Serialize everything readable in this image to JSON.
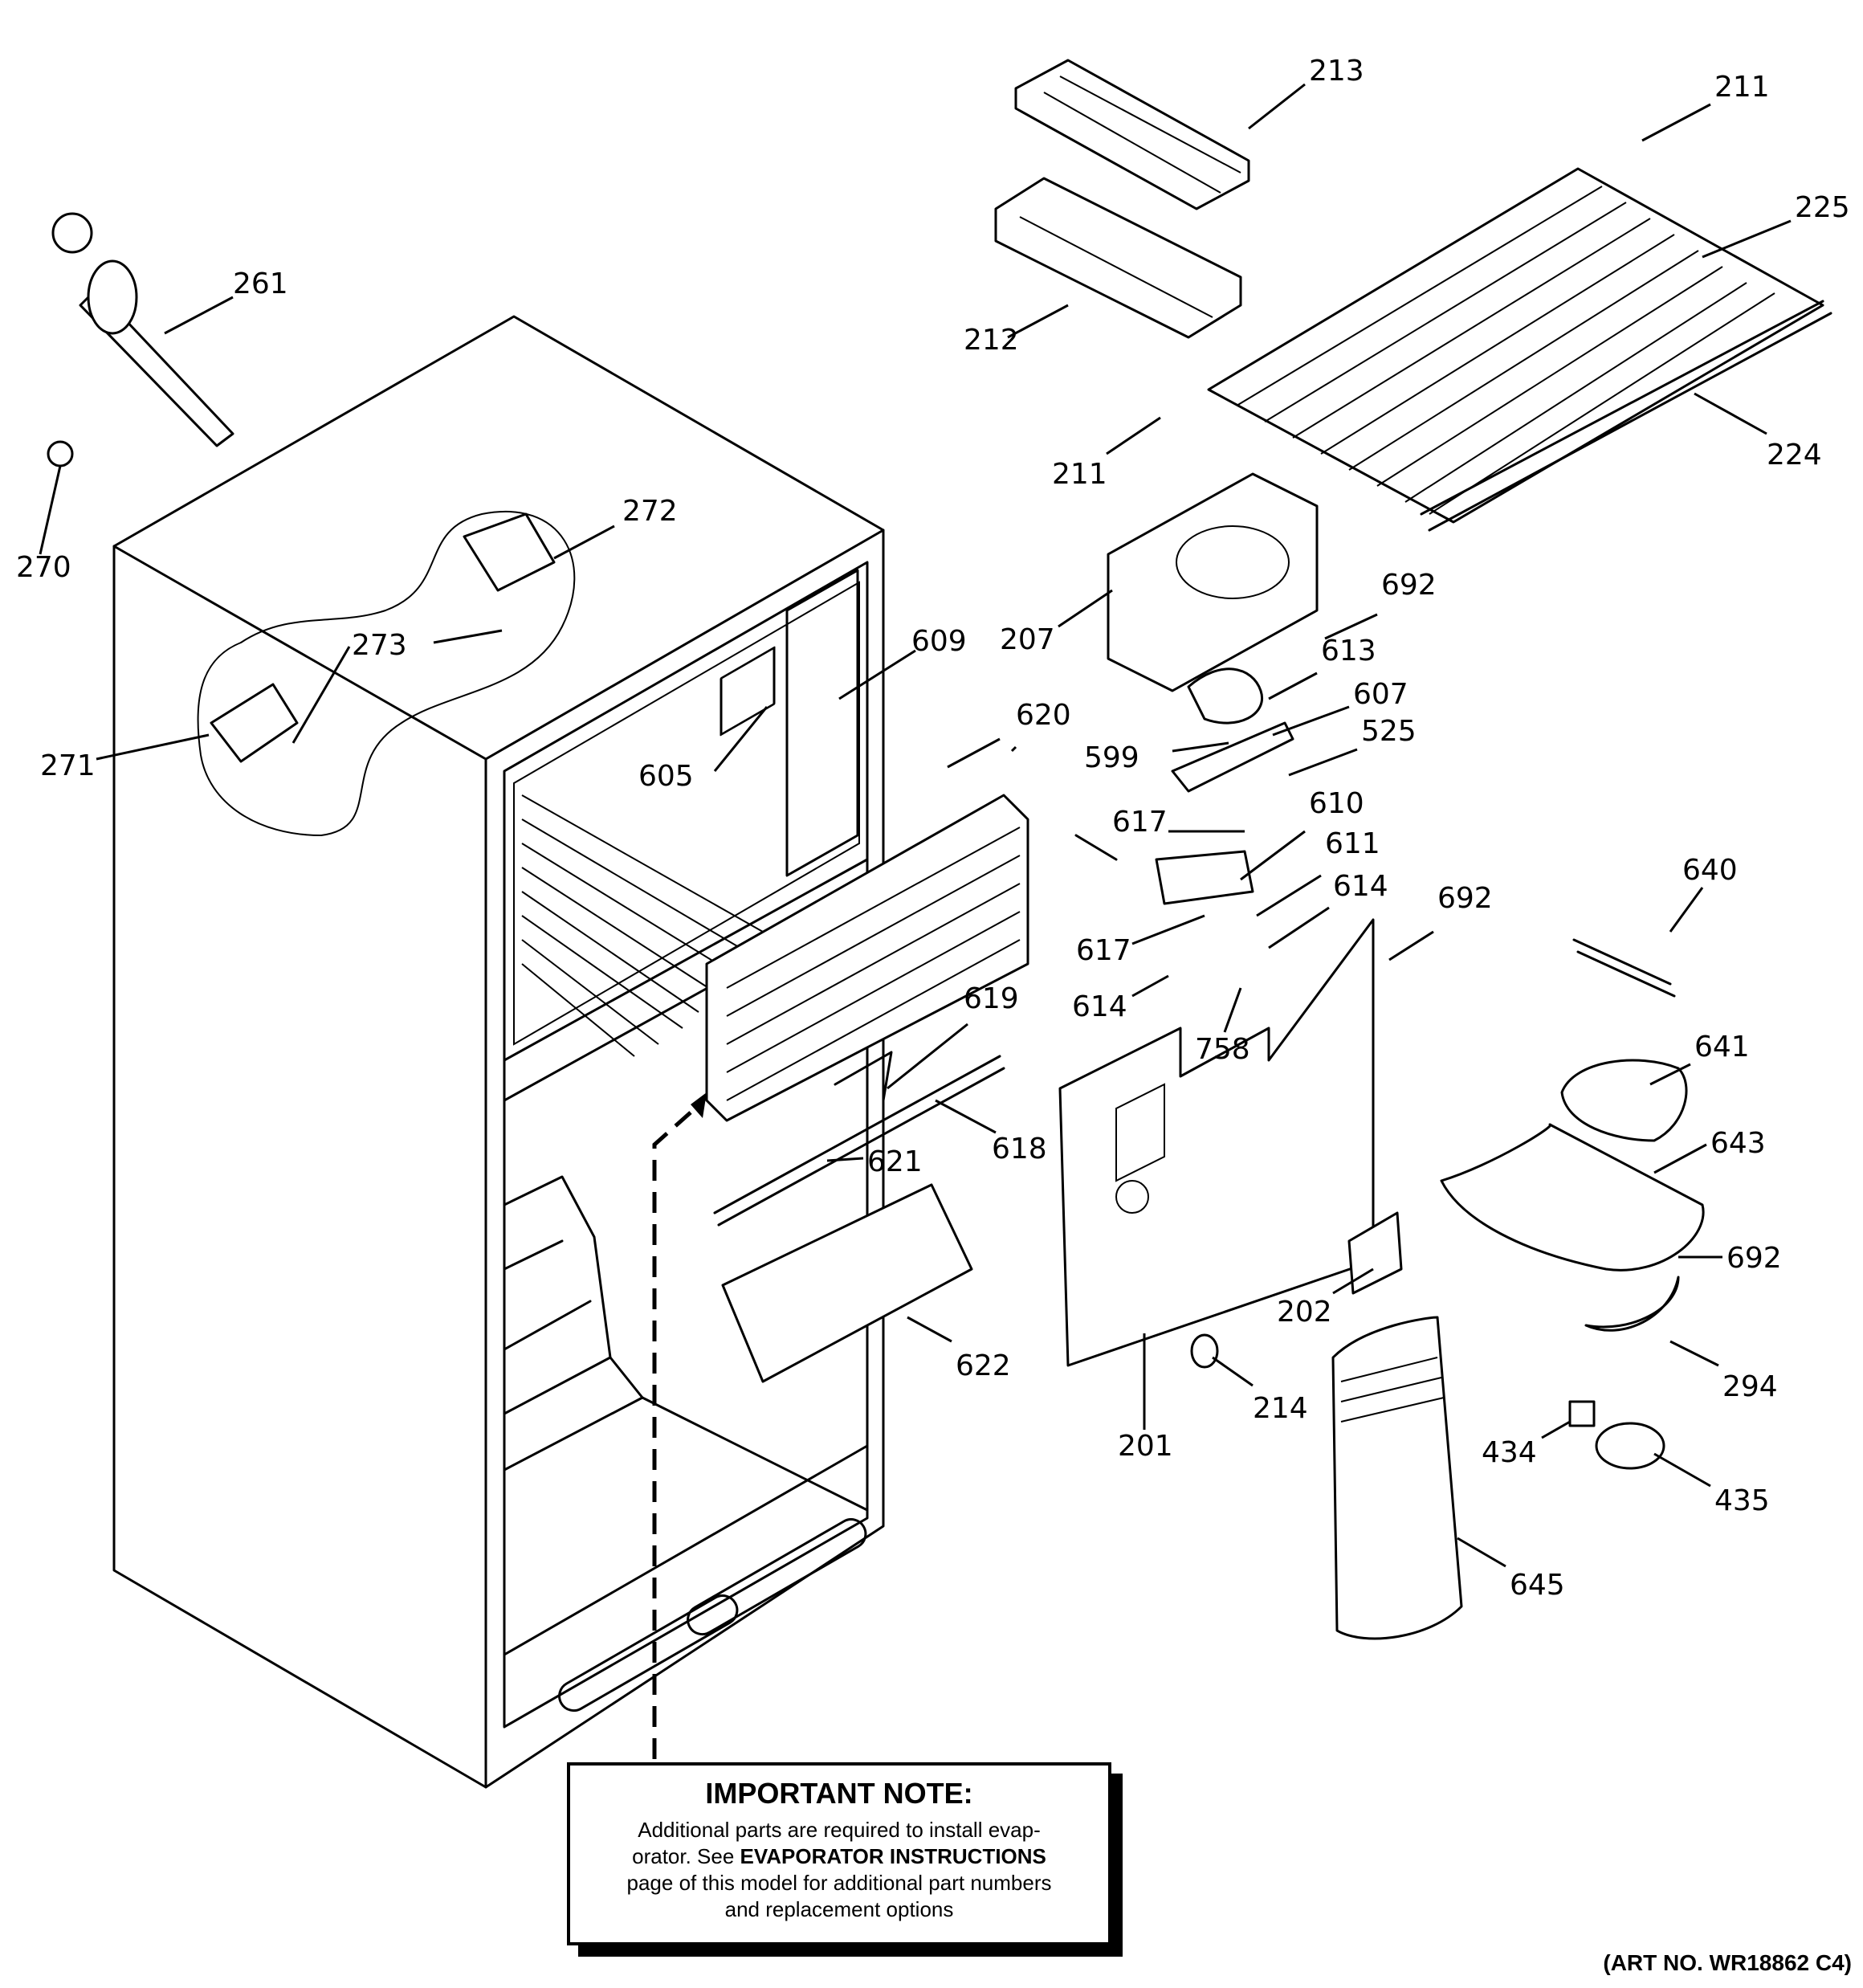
{
  "callouts": [
    {
      "id": "c213",
      "label": "213"
    },
    {
      "id": "c211a",
      "label": "211"
    },
    {
      "id": "c225",
      "label": "225"
    },
    {
      "id": "c261",
      "label": "261"
    },
    {
      "id": "c212",
      "label": "212"
    },
    {
      "id": "c211b",
      "label": "211"
    },
    {
      "id": "c224",
      "label": "224"
    },
    {
      "id": "c270",
      "label": "270"
    },
    {
      "id": "c272",
      "label": "272"
    },
    {
      "id": "c207",
      "label": "207"
    },
    {
      "id": "c692a",
      "label": "692"
    },
    {
      "id": "c273",
      "label": "273"
    },
    {
      "id": "c609",
      "label": "609"
    },
    {
      "id": "c613",
      "label": "613"
    },
    {
      "id": "c607",
      "label": "607"
    },
    {
      "id": "c620",
      "label": "620"
    },
    {
      "id": "c599",
      "label": "599"
    },
    {
      "id": "c525",
      "label": "525"
    },
    {
      "id": "c271",
      "label": "271"
    },
    {
      "id": "c605",
      "label": "605"
    },
    {
      "id": "c617a",
      "label": "617"
    },
    {
      "id": "c610",
      "label": "610"
    },
    {
      "id": "c611",
      "label": "611"
    },
    {
      "id": "c640",
      "label": "640"
    },
    {
      "id": "c692b",
      "label": "692"
    },
    {
      "id": "c614a",
      "label": "614"
    },
    {
      "id": "c617b",
      "label": "617"
    },
    {
      "id": "c619",
      "label": "619"
    },
    {
      "id": "c614b",
      "label": "614"
    },
    {
      "id": "c758",
      "label": "758"
    },
    {
      "id": "c641",
      "label": "641"
    },
    {
      "id": "c618",
      "label": "618"
    },
    {
      "id": "c621",
      "label": "621"
    },
    {
      "id": "c643",
      "label": "643"
    },
    {
      "id": "c692c",
      "label": "692"
    },
    {
      "id": "c202",
      "label": "202"
    },
    {
      "id": "c622",
      "label": "622"
    },
    {
      "id": "c294",
      "label": "294"
    },
    {
      "id": "c214",
      "label": "214"
    },
    {
      "id": "c201",
      "label": "201"
    },
    {
      "id": "c434",
      "label": "434"
    },
    {
      "id": "c435",
      "label": "435"
    },
    {
      "id": "c645",
      "label": "645"
    }
  ],
  "note": {
    "title": "IMPORTANT NOTE:",
    "line1": "Additional parts are required to install evap-",
    "line2_pre": "orator.  See ",
    "line2_bold": "EVAPORATOR INSTRUCTIONS",
    "line3": "page of this model for additional part numbers",
    "line4": "and replacement options"
  },
  "art_number": "(ART NO. WR18862 C4)"
}
